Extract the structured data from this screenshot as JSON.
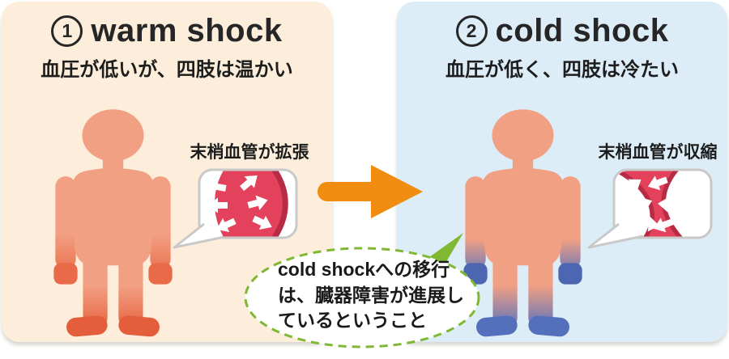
{
  "left_panel": {
    "number": "1",
    "title": "warm shock",
    "subtitle": "血圧が低いが、四肢は温かい",
    "callout_label": "末梢血管が拡張"
  },
  "right_panel": {
    "number": "2",
    "title": "cold shock",
    "subtitle": "血圧が低く、四肢は冷たい",
    "callout_label": "末梢血管が収縮"
  },
  "note": {
    "lines": [
      "cold shockへの移行",
      "は、臓器障害が進展し",
      "ているということ"
    ]
  },
  "colors": {
    "left_panel_bg": "#FCEEDB",
    "right_panel_bg": "#DCEDF8",
    "arrow_orange": "#F08C0F",
    "vessel_red": "#E4425C",
    "vessel_dark_red": "#B82B45",
    "body_skin": "#F2A083",
    "warm_extremity": "#E55E3B",
    "cold_extremity": "#5671BE",
    "note_green": "#7FB832",
    "text_dark": "#262626",
    "bubble_outline_gray": "#C9C9C9"
  }
}
